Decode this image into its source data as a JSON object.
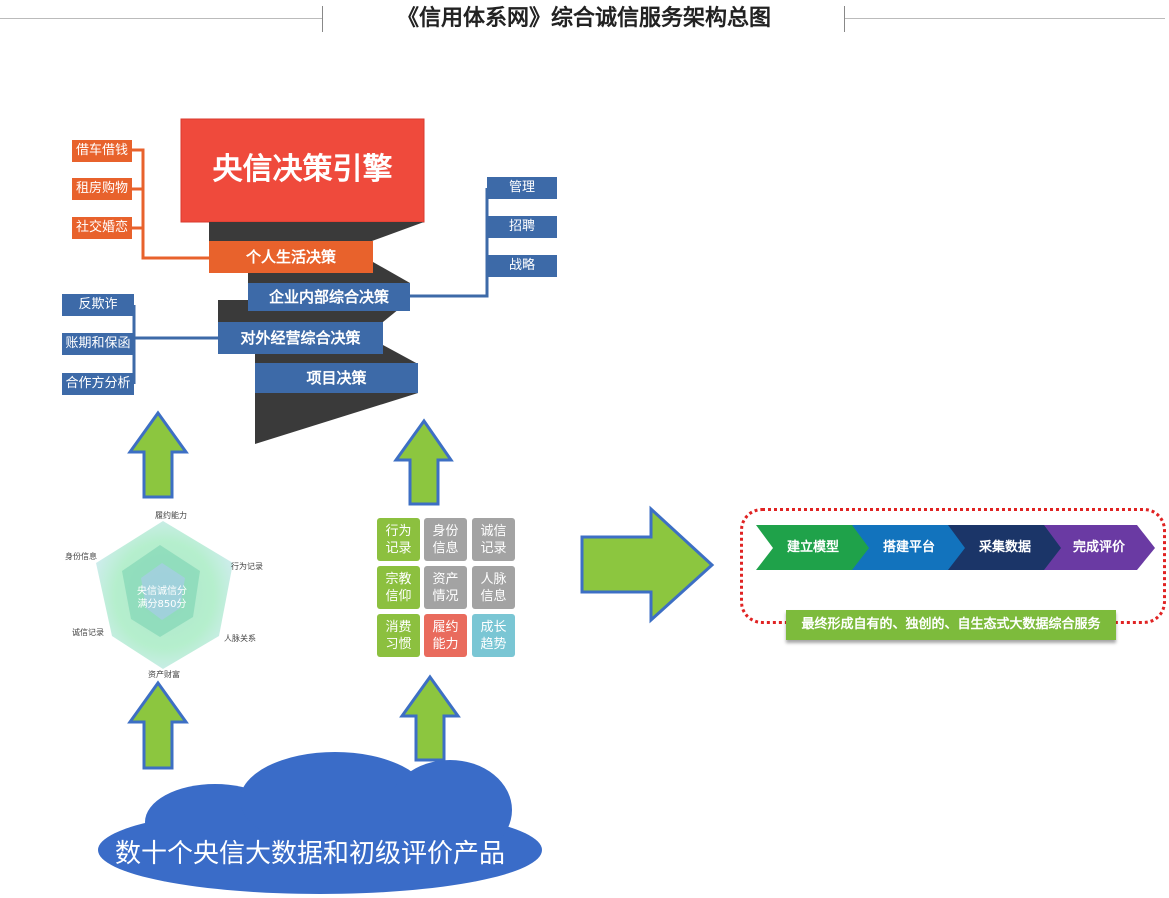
{
  "header": {
    "title": "《信用体系网》综合诚信服务架构总图"
  },
  "engine": {
    "title": "央信决策引擎"
  },
  "decisions": {
    "personal": "个人生活决策",
    "enterprise_internal": "企业内部综合决策",
    "external": "对外经营综合决策",
    "project": "项目决策"
  },
  "personal_items": [
    "借车借钱",
    "租房购物",
    "社交婚恋"
  ],
  "internal_items": [
    "管理",
    "招聘",
    "战略"
  ],
  "external_items": [
    "反欺诈",
    "账期和保函",
    "合作方分析"
  ],
  "radar": {
    "center_line1": "央信诚信分",
    "center_line2": "满分850分",
    "labels": {
      "top": "履约能力",
      "right": "行为记录",
      "bottom_right": "人脉关系",
      "bottom": "资产财富",
      "left_bottom": "诚信记录",
      "left_top": "身份信息"
    }
  },
  "grid": [
    {
      "text": "行为记录",
      "color": "green"
    },
    {
      "text": "身份信息",
      "color": "gray"
    },
    {
      "text": "诚信记录",
      "color": "gray"
    },
    {
      "text": "宗教信仰",
      "color": "green"
    },
    {
      "text": "资产情况",
      "color": "gray"
    },
    {
      "text": "人脉信息",
      "color": "gray"
    },
    {
      "text": "消费习惯",
      "color": "green"
    },
    {
      "text": "履约能力",
      "color": "red"
    },
    {
      "text": "成长趋势",
      "color": "cyan"
    }
  ],
  "cloud": {
    "text": "数十个央信大数据和初级评价产品"
  },
  "process": {
    "steps": [
      "建立模型",
      "搭建平台",
      "采集数据",
      "完成评价"
    ],
    "result": "最终形成自有的、独创的、自生态式大数据综合服务"
  },
  "colors": {
    "engine_red": "#ef4a3c",
    "orange": "#e8622c",
    "blue": "#3d6aa8",
    "arrow_green": "#8cc63f",
    "arrow_border": "#3d6fc4",
    "cloud_blue": "#3a6cc8",
    "step_green": "#1fa24a",
    "step_blue": "#1273bd",
    "step_navy": "#1b3568",
    "step_purple": "#6a3aa3",
    "dotted_red": "#e02323"
  }
}
